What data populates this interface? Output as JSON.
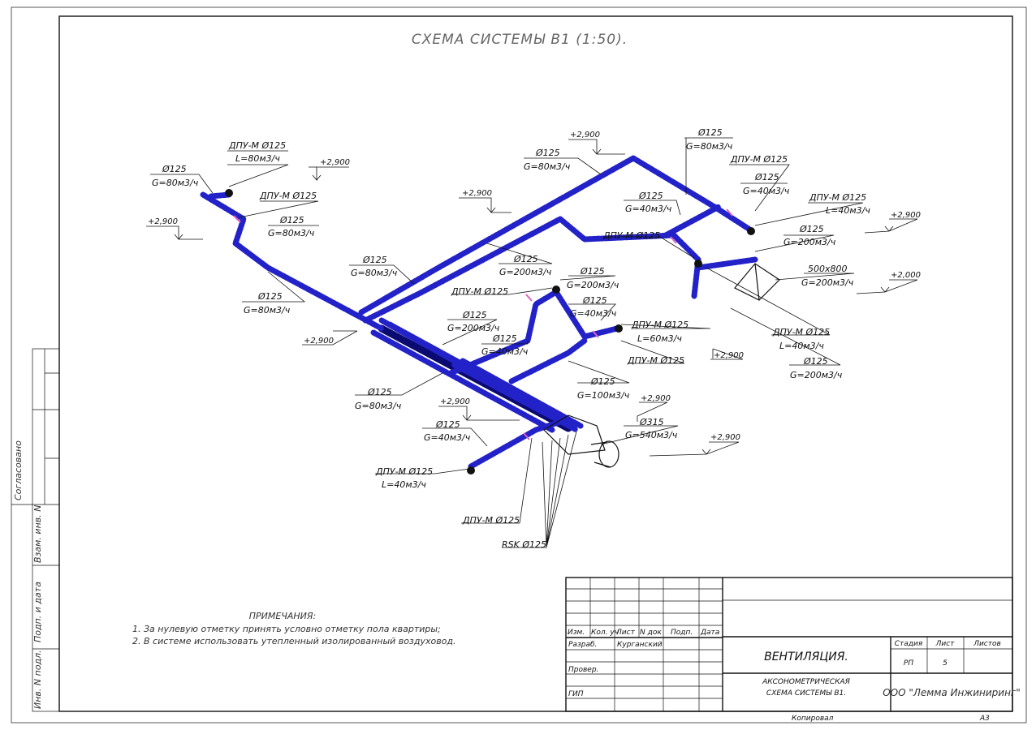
{
  "title": "СХЕМА СИСТЕМЫ В1 (1:50).",
  "labels": {
    "d125_80_a": [
      "Ø125",
      "G=80м3/ч"
    ],
    "dpu_80_top": [
      "ДПУ-М Ø125",
      "L=80м3/ч"
    ],
    "dpu_mid_left": "ДПУ-М Ø125",
    "d125_80_b": [
      "Ø125",
      "G=80м3/ч"
    ],
    "d125_80_c": [
      "Ø125",
      "G=80м3/ч"
    ],
    "d125_80_d": [
      "Ø125",
      "G=80м3/ч"
    ],
    "d125_80_e": [
      "Ø125",
      "G=80м3/ч"
    ],
    "d125_80_f": [
      "Ø125",
      "G=80м3/ч"
    ],
    "d125_80_g": [
      "Ø125",
      "G=80м3/ч"
    ],
    "d125_40_a": [
      "Ø125",
      "G=40м3/ч"
    ],
    "dpu_40_right": [
      "ДПУ-М Ø125",
      "L=40м3/ч"
    ],
    "d125_200_a": [
      "Ø125",
      "G=200м3/ч"
    ],
    "box_500": [
      "500x800",
      "G=200м3/ч"
    ],
    "d125_40_b": [
      "Ø125",
      "G=40м3/ч"
    ],
    "dpu_center": "ДПУ-М Ø125",
    "d125_200_b": [
      "Ø125",
      "G=200м3/ч"
    ],
    "d125_200_c": [
      "Ø125",
      "G=200м3/ч"
    ],
    "dpu_left_mid": "ДПУ-М Ø125",
    "d125_40_c": [
      "Ø125",
      "G=40м3/ч"
    ],
    "dpu_60": [
      "ДПУ-М Ø125",
      "L=60м3/ч"
    ],
    "dpu_lower": "ДПУ-М Ø125",
    "dpu_40_far": [
      "ДПУ-М Ø125",
      "L=40м3/ч"
    ],
    "d125_200_far": [
      "Ø125",
      "G=200м3/ч"
    ],
    "d125_200_d": [
      "Ø125",
      "G=200м3/ч"
    ],
    "d125_40_d": [
      "Ø125",
      "G=40м3/ч"
    ],
    "d125_100": [
      "Ø125",
      "G=100м3/ч"
    ],
    "d315": [
      "Ø315",
      "G=540м3/ч"
    ],
    "d125_40_e": [
      "Ø125",
      "G=40м3/ч"
    ],
    "dpu_40_bottom": [
      "ДПУ-М Ø125",
      "L=40м3/ч"
    ],
    "dpu_bottom": "ДПУ-М Ø125",
    "rsk": "RSK Ø125"
  },
  "elevations": {
    "e1": "+2,900",
    "e2": "+2,900",
    "e3": "+2,900",
    "e4": "+2,900",
    "e5": "+2,900",
    "e6": "+2,900",
    "e7": "+2,000",
    "e8": "+2,900",
    "e9": "+2,900",
    "e10": "+2,900",
    "e11": "+2,900"
  },
  "notes": {
    "heading": "ПРИМЕЧАНИЯ:",
    "line1": "1. За нулевую отметку принять условно отметку пола квартиры;",
    "line2": "2. В системе использовать утепленный изолированный воздуховод."
  },
  "side_stamps": {
    "agreed": "Согласовано",
    "vzam": "Взам. инв. N",
    "podp": "Подп. и дата",
    "inv": "Инв. N подл."
  },
  "title_block": {
    "headers": [
      "Изм.",
      "Кол. уч",
      "Лист",
      "N док",
      "Подп.",
      "Дата"
    ],
    "rows": [
      "Разраб.",
      "Провер.",
      "ГИП"
    ],
    "developer": "Курганский",
    "project": "ВЕНТИЛЯЦИЯ.",
    "sheet_title_1": "АКСОНОМЕТРИЧЕСКАЯ",
    "sheet_title_2": "СХЕМА СИСТЕМЫ В1.",
    "stage_label": "Стадия",
    "sheet_label": "Лист",
    "sheets_label": "Листов",
    "stage": "РП",
    "sheet": "5",
    "company": "ООО \"Лемма Инжиниринг\"",
    "copied": "Копировал",
    "format": "А3"
  },
  "colors": {
    "duct": "#2222c8",
    "duct_dark": "#0a0a70",
    "accent_pink": "#e060c0",
    "frame": "#111111"
  }
}
